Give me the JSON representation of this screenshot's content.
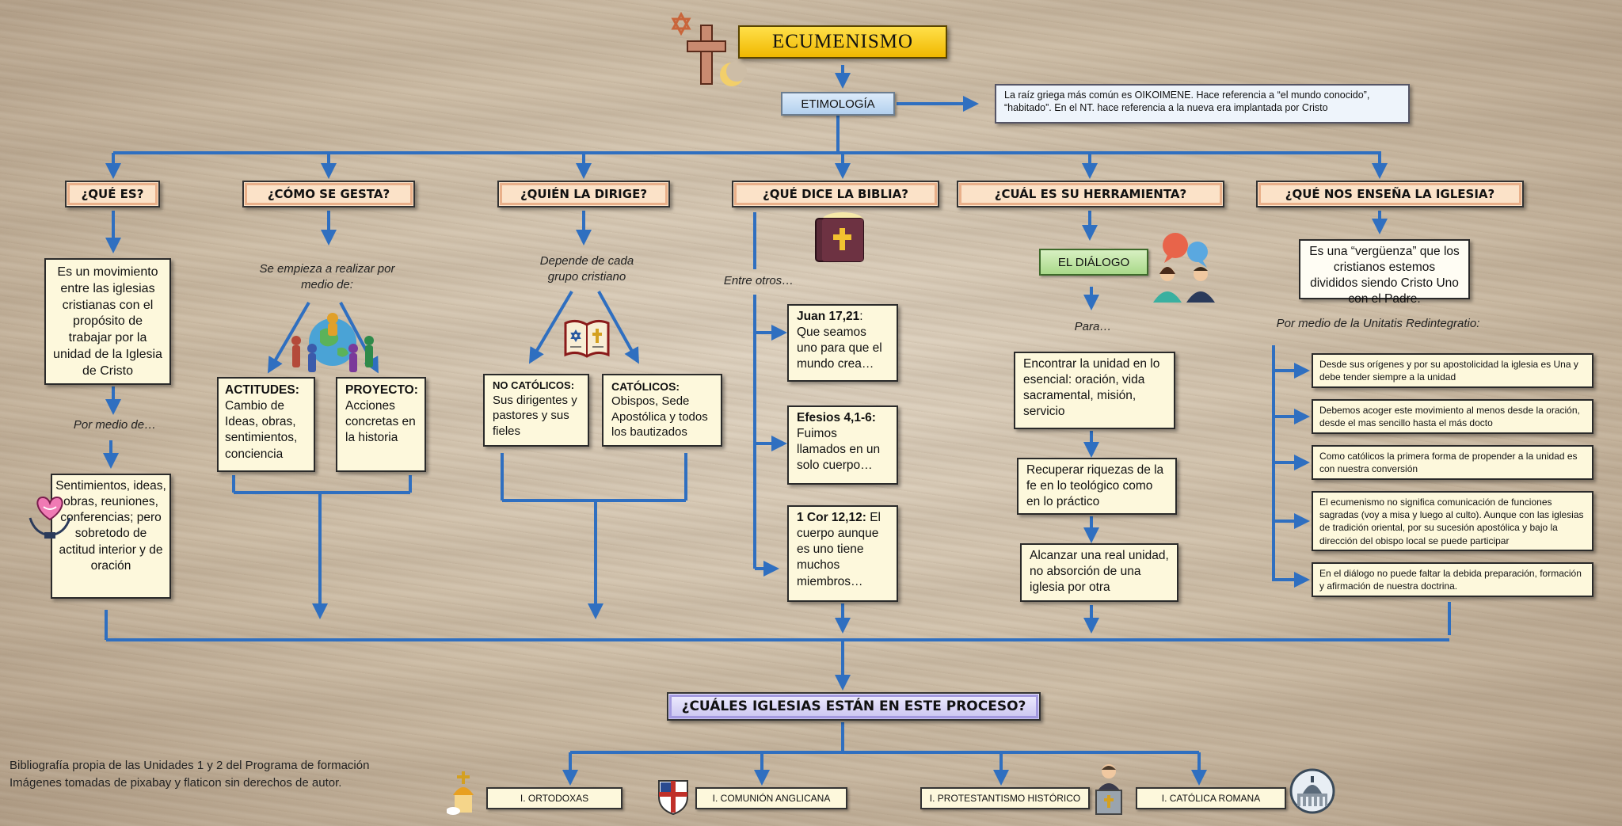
{
  "title": "ECUMENISMO",
  "etimologia": {
    "label": "ETIMOLOGÍA",
    "text": "La raíz griega más común es OIKOIMENE. Hace referencia a “el mundo conocido”, “habitado”. En el NT. hace referencia a la nueva era implantada por Cristo"
  },
  "headers": {
    "que_es": "¿QUÉ ES?",
    "como_gesta": "¿CÓMO SE GESTA?",
    "quien_dirige": "¿QUIÉN LA DIRIGE?",
    "que_dice_biblia": "¿QUÉ DICE LA BIBLIA?",
    "herramienta": "¿CUÁL ES SU HERRAMIENTA?",
    "ensena_iglesia": "¿QUÉ NOS ENSEÑA LA IGLESIA?"
  },
  "que_es": {
    "definition": "Es un movimiento entre las iglesias cristianas con el propósito de trabajar por la unidad de la Iglesia de Cristo",
    "connector": "Por medio de…",
    "means": "Sentimientos, ideas, obras, reuniones, conferencias; pero sobretodo de actitud interior y de oración"
  },
  "como_gesta": {
    "intro": "Se empieza a realizar por medio de:",
    "actitudes_title": "ACTITUDES:",
    "actitudes_text": "Cambio de Ideas, obras, sentimientos, conciencia",
    "proyecto_title": "PROYECTO:",
    "proyecto_text": "Acciones concretas en la historia"
  },
  "quien_dirige": {
    "intro": "Depende de cada grupo cristiano",
    "no_catolicos_title": "NO CATÓLICOS:",
    "no_catolicos_text": "Sus dirigentes y pastores y sus fieles",
    "catolicos_title": "CATÓLICOS:",
    "catolicos_text": "Obispos, Sede Apostólica y todos los bautizados"
  },
  "biblia": {
    "intro": "Entre otros…",
    "items": [
      {
        "ref": "Juan 17,21",
        "text": "Que seamos uno para que el mundo crea…"
      },
      {
        "ref": "Efesios 4,1-6:",
        "text": "Fuimos llamados en un solo cuerpo…"
      },
      {
        "ref": "1 Cor 12,12:",
        "text": "El cuerpo aunque es uno tiene muchos miembros…"
      }
    ]
  },
  "herramienta": {
    "dialogo": "EL DIÁLOGO",
    "para": "Para…",
    "items": [
      "Encontrar la unidad en lo esencial: oración, vida sacramental, misión, servicio",
      "Recuperar riquezas de la fe en lo teológico como en lo práctico",
      "Alcanzar una real unidad, no absorción de una iglesia por otra"
    ]
  },
  "ensena_iglesia": {
    "summary": "Es una “vergüenza” que los cristianos estemos divididos siendo Cristo Uno con el Padre.",
    "intro": "Por medio de la Unitatis Redintegratio:",
    "items": [
      "Desde sus orígenes y por su apostolicidad la iglesia es Una y debe tender siempre a la unidad",
      "Debemos acoger este movimiento al menos desde la oración, desde el mas sencillo hasta el más docto",
      "Como católicos la primera forma de propender a la unidad es con nuestra conversión",
      "El ecumenismo no significa comunicación de funciones sagradas (voy a misa y luego al culto). Aunque con las iglesias de tradición oriental, por su sucesión apostólica y bajo la dirección del obispo local se puede participar",
      "En el diálogo no puede faltar la debida preparación, formación y afirmación de nuestra doctrina."
    ]
  },
  "process": {
    "question": "¿CUÁLES IGLESIAS ESTÁN EN ESTE PROCESO?",
    "churches": [
      "I. ORTODOXAS",
      "I. COMUNIÓN ANGLICANA",
      "I. PROTESTANTISMO HISTÓRICO",
      "I. CATÓLICA ROMANA"
    ]
  },
  "footer": {
    "line1": "Bibliografía propia de las Unidades 1 y 2 del Programa de formación",
    "line2": "Imágenes tomadas de pixabay y flaticon sin derechos de autor."
  },
  "colors": {
    "connector": "#2f6fc0",
    "header_fill": "#fbe2c8",
    "box_fill": "#fdf8dc",
    "title_fill": "#f5c400"
  }
}
